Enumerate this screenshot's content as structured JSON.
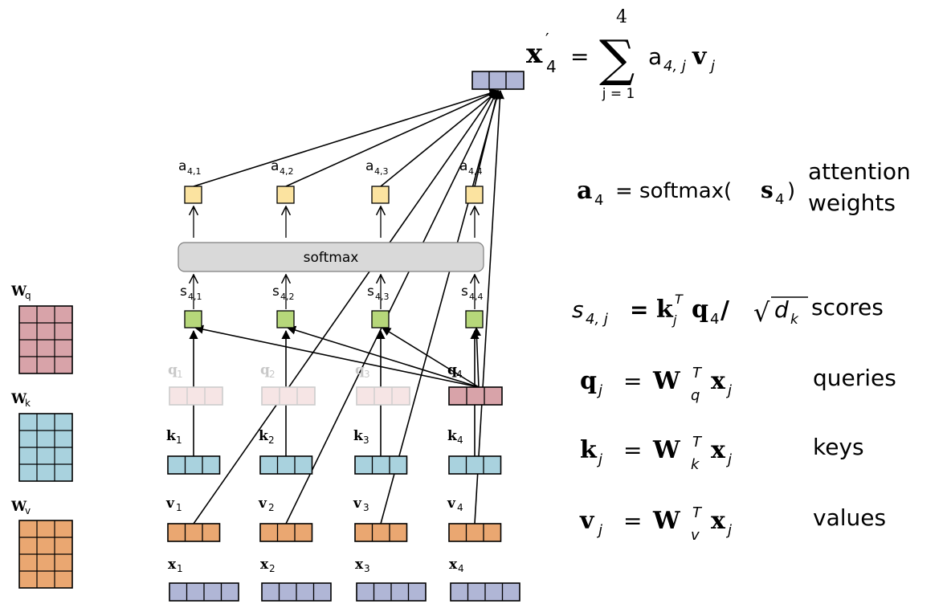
{
  "colors": {
    "weight_q": "#d8a3a9",
    "weight_k": "#a9d2de",
    "weight_v": "#eaa771",
    "input_x": "#b0b6d6",
    "query_faded": "#f6e5e5",
    "query_active": "#d8a3a9",
    "key": "#a9d2de",
    "value": "#eaa771",
    "score_box": "#b6d77a",
    "attn_box": "#fbe3a0",
    "softmax_bar": "#d9d9d9",
    "output": "#b0b6d6",
    "faded_text": "#c8c8c8"
  },
  "weights": {
    "wq": {
      "base": "W",
      "sub": "q"
    },
    "wk": {
      "base": "W",
      "sub": "k"
    },
    "wv": {
      "base": "W",
      "sub": "v"
    }
  },
  "tokens": [
    {
      "x": "x",
      "xsub": "1",
      "k": "k",
      "ksub": "1",
      "v": "v",
      "vsub": "1",
      "q": "q",
      "qsub": "1",
      "s": "s",
      "ssub": "4,1",
      "a": "a",
      "asub": "4,1"
    },
    {
      "x": "x",
      "xsub": "2",
      "k": "k",
      "ksub": "2",
      "v": "v",
      "vsub": "2",
      "q": "q",
      "qsub": "2",
      "s": "s",
      "ssub": "4,2",
      "a": "a",
      "asub": "4,2"
    },
    {
      "x": "x",
      "xsub": "3",
      "k": "k",
      "ksub": "3",
      "v": "v",
      "vsub": "3",
      "q": "q",
      "qsub": "3",
      "s": "s",
      "ssub": "4,3",
      "a": "a",
      "asub": "4,3"
    },
    {
      "x": "x",
      "xsub": "4",
      "k": "k",
      "ksub": "4",
      "v": "v",
      "vsub": "4",
      "q": "q",
      "qsub": "4",
      "s": "s",
      "ssub": "4,4",
      "a": "a",
      "asub": "4,4"
    }
  ],
  "softmax_label": "softmax",
  "equations": {
    "output": {
      "lhs": "x",
      "lhs_prime": "′",
      "lhs_sub": "4",
      "eq": "=",
      "sigma": "∑",
      "upper": "4",
      "lower": "j = 1",
      "term_a": "a",
      "term_a_sub": "4, j",
      "term_v": "v",
      "term_v_sub": "j"
    },
    "attention": {
      "lhs": "a",
      "lhs_sub": "4",
      "rhs": "= softmax(",
      "arg": "s",
      "arg_sub": "4",
      "close": ")",
      "label_line1": "attention",
      "label_line2": "weights"
    },
    "score": {
      "lhs": "s",
      "lhs_sub": "4, j",
      "eq": "=",
      "k": "k",
      "k_sub": "j",
      "k_sup": "T",
      "q": "q",
      "q_sub": "4",
      "slash": "/",
      "sqrt": "√",
      "d": "d",
      "d_sub": "k",
      "label": "scores"
    },
    "query": {
      "lhs": "q",
      "lhs_sub": "j",
      "eq": "=",
      "w": "W",
      "w_sub": "q",
      "w_sup": "T",
      "x": "x",
      "x_sub": "j",
      "label": "queries"
    },
    "key": {
      "lhs": "k",
      "lhs_sub": "j",
      "eq": "=",
      "w": "W",
      "w_sub": "k",
      "w_sup": "T",
      "x": "x",
      "x_sub": "j",
      "label": "keys"
    },
    "value": {
      "lhs": "v",
      "lhs_sub": "j",
      "eq": "=",
      "w": "W",
      "w_sub": "v",
      "w_sup": "T",
      "x": "x",
      "x_sub": "j",
      "label": "values"
    }
  }
}
